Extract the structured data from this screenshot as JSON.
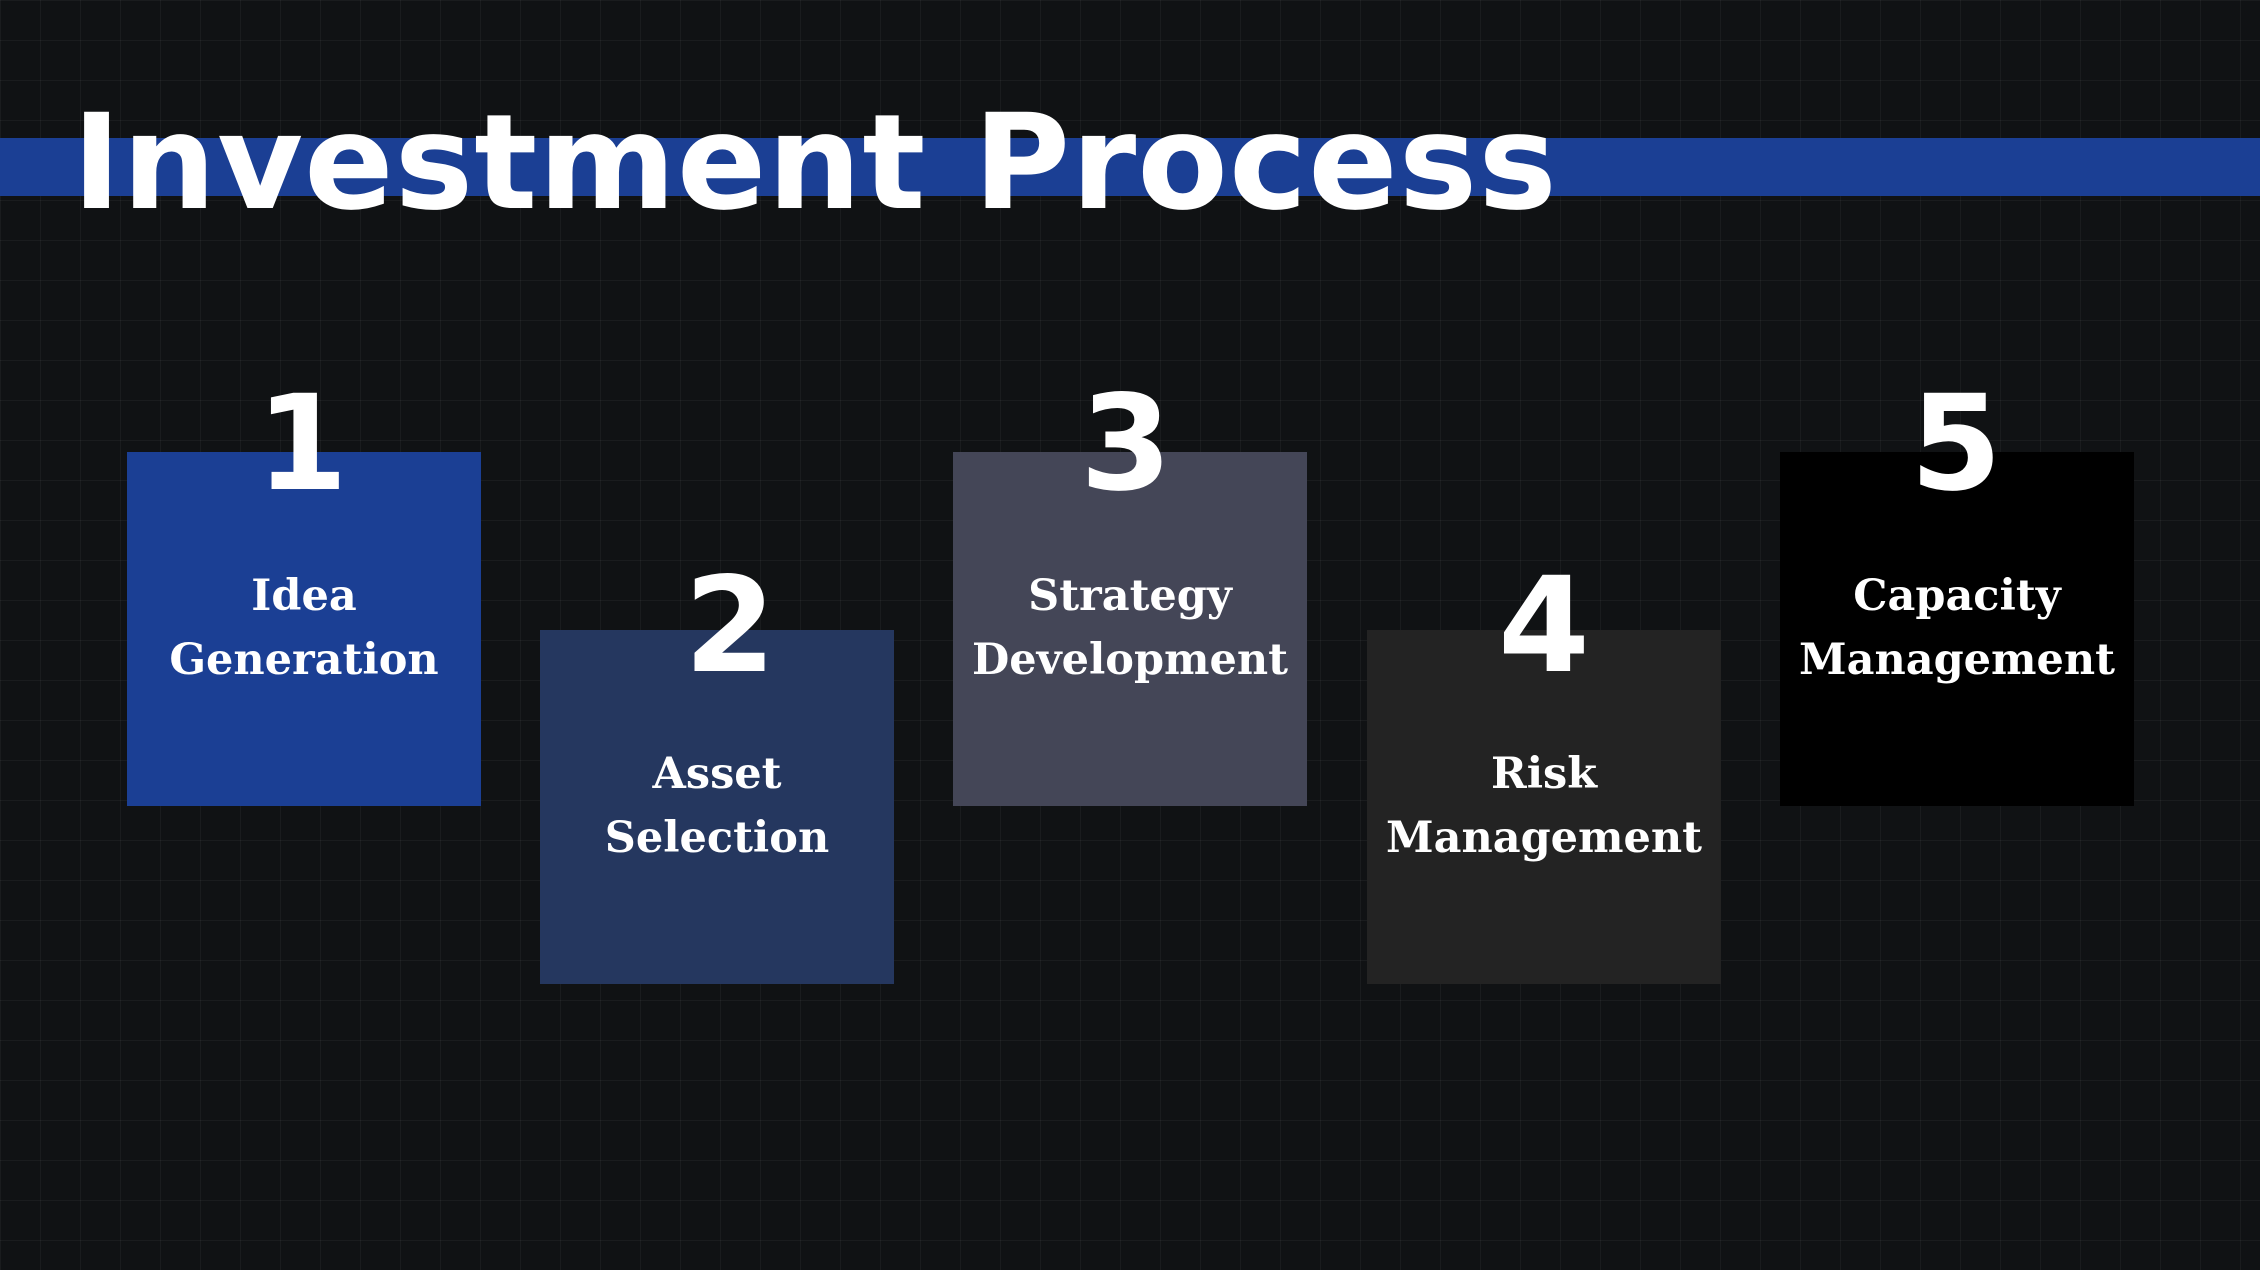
{
  "slide": {
    "title": "Investment Process"
  },
  "colors": {
    "background": "#101214",
    "band": "#1b3f94",
    "step1": "#1b3f94",
    "step2": "#25375f",
    "step3": "#444657",
    "step4": "#232323",
    "step5": "#000000",
    "text": "#ffffff"
  },
  "steps": [
    {
      "number": "1",
      "line1": "Idea",
      "line2": "Generation"
    },
    {
      "number": "2",
      "line1": "Asset",
      "line2": "Selection"
    },
    {
      "number": "3",
      "line1": "Strategy",
      "line2": "Development"
    },
    {
      "number": "4",
      "line1": "Risk",
      "line2": "Management"
    },
    {
      "number": "5",
      "line1": "Capacity",
      "line2": "Management"
    }
  ]
}
